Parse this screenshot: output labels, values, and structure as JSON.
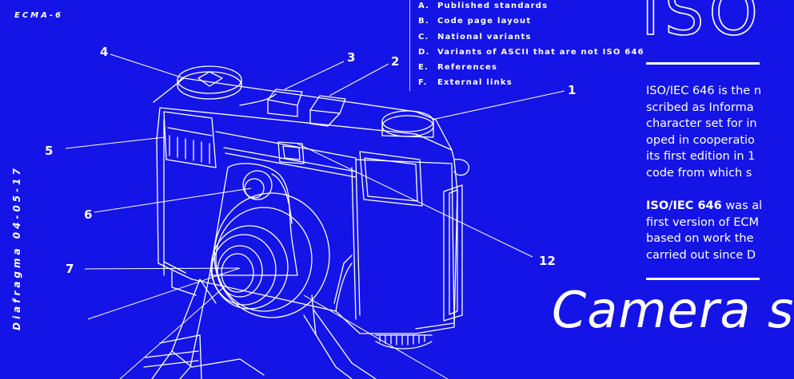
{
  "corner_label": "ECMA-6",
  "vertical_label": "Diafragma 04-05-17",
  "callouts": [
    "1",
    "2",
    "3",
    "4",
    "5",
    "6",
    "7",
    "12"
  ],
  "toc": [
    {
      "letter": "A.",
      "text": "Published standards"
    },
    {
      "letter": "B.",
      "text": "Code page layout"
    },
    {
      "letter": "C.",
      "text": "National variants"
    },
    {
      "letter": "D.",
      "text": "Variants of ASCII that are not ISO 646"
    },
    {
      "letter": "E.",
      "text": "References"
    },
    {
      "letter": "F.",
      "text": "External links"
    }
  ],
  "title": "ISO",
  "paragraph1": [
    "ISO/IEC 646 is the n",
    "scribed as Informa",
    "character set for in",
    "oped in cooperatio",
    "its first edition in 1",
    "code from which s"
  ],
  "paragraph2": {
    "lead_bold": "ISO/IEC 646",
    "lead_rest": " was al",
    "lines": [
      "first version of ECM",
      "based on work the",
      "carried out since D"
    ]
  },
  "script_title": "Camera s",
  "colors": {
    "background": "#1414e6",
    "ink": "#ffffff"
  }
}
